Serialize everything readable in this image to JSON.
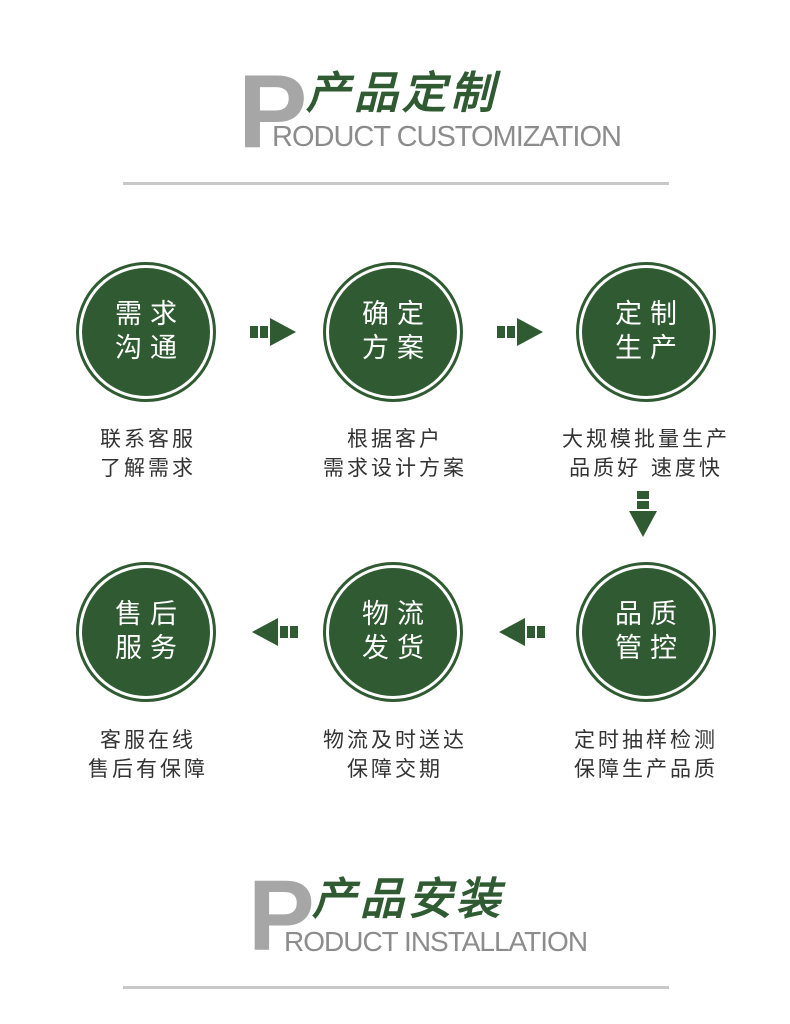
{
  "header1": {
    "letter": "P",
    "title_cn": "产品定制",
    "title_en": "RODUCT CUSTOMIZATION"
  },
  "header2": {
    "letter": "P",
    "title_cn": "产品安装",
    "title_en": "RODUCT INSTALLATION"
  },
  "colors": {
    "accent": "#2f5a32",
    "divider": "#c8c8c8",
    "p_letter": "#a6a6a6",
    "subtitle": "#8c8c8c"
  },
  "steps": [
    {
      "circle": [
        "需求",
        "沟通"
      ],
      "desc": [
        "联系客服",
        "了解需求"
      ]
    },
    {
      "circle": [
        "确定",
        "方案"
      ],
      "desc": [
        "根据客户",
        "需求设计方案"
      ]
    },
    {
      "circle": [
        "定制",
        "生产"
      ],
      "desc": [
        "大规模批量生产",
        "品质好 速度快"
      ]
    },
    {
      "circle": [
        "品质",
        "管控"
      ],
      "desc": [
        "定时抽样检测",
        "保障生产品质"
      ]
    },
    {
      "circle": [
        "物流",
        "发货"
      ],
      "desc": [
        "物流及时送达",
        "保障交期"
      ]
    },
    {
      "circle": [
        "售后",
        "服务"
      ],
      "desc": [
        "客服在线",
        "售后有保障"
      ]
    }
  ],
  "arrows": [
    "arrow-right-icon",
    "arrow-right-icon",
    "arrow-down-icon",
    "arrow-left-icon",
    "arrow-left-icon"
  ]
}
